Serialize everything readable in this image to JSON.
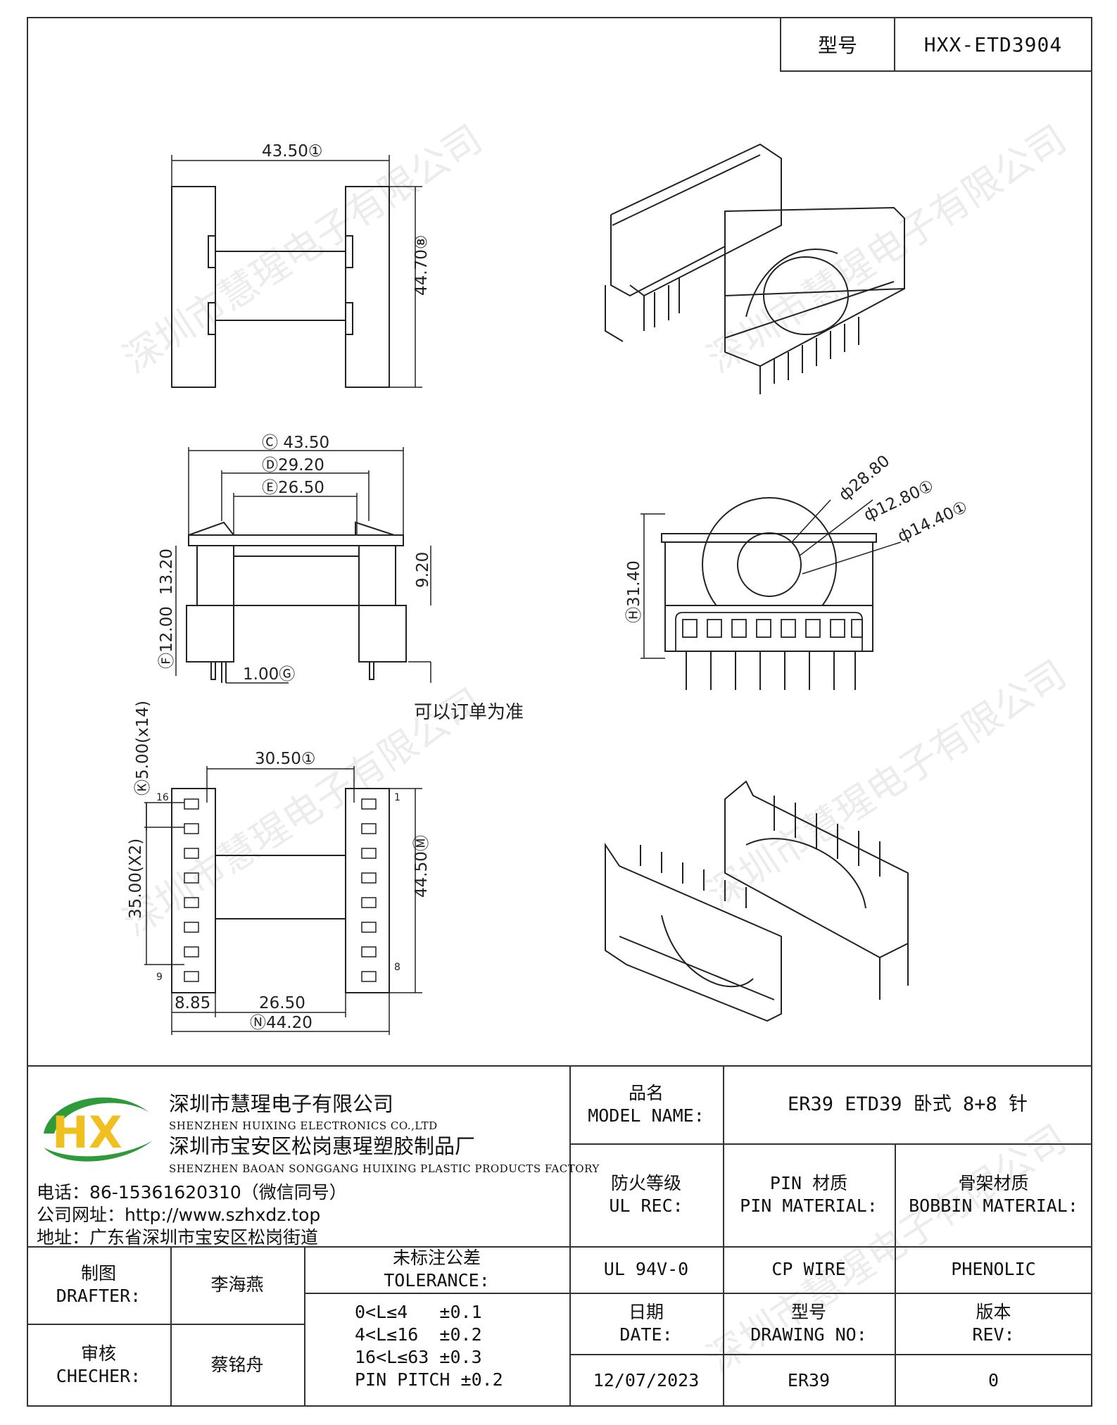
{
  "header": {
    "model_label": "型号",
    "model_value": "HXX-ETD3904"
  },
  "watermark": "深圳市慧瑆电子有限公司",
  "drawing": {
    "top_view": {
      "width": "43.50",
      "width_ref": "①",
      "height": "44.70",
      "height_ref": "⑧"
    },
    "side_view": {
      "overall": "43.50",
      "overall_ref": "Ⓒ",
      "inner": "29.20",
      "inner_ref": "Ⓓ",
      "core": "26.50",
      "core_ref": "Ⓔ",
      "flange_h": "13.20",
      "pin_h": "12.00",
      "pin_h_ref": "Ⓕ",
      "step": "9.20",
      "pin_d": "1.00",
      "pin_d_ref": "Ⓖ",
      "note": "可以订单为准"
    },
    "front_view": {
      "dia_outer": "ф28.80",
      "dia_inner": "ф12.80",
      "dia_inner_ref": "①",
      "dia_mid": "ф14.40",
      "dia_mid_ref": "①",
      "height": "31.40",
      "height_ref": "Ⓗ"
    },
    "bottom_view": {
      "pin_span": "30.50",
      "pin_span_ref": "①",
      "pitch": "5.00(x14)",
      "pitch_ref": "Ⓚ",
      "row_span": "35.00(X2)",
      "total_h": "44.50",
      "total_h_ref": "Ⓜ",
      "offset": "8.85",
      "core_w": "26.50",
      "total_w": "44.20",
      "total_w_ref": "Ⓝ",
      "pin_labels": [
        "16",
        "1",
        "9",
        "8"
      ]
    }
  },
  "company": {
    "name_cn": "深圳市慧瑆电子有限公司",
    "name_en": "SHENZHEN HUIXING ELECTRONICS CO.,LTD",
    "factory_cn": "深圳市宝安区松岗惠瑆塑胶制品厂",
    "factory_en": "SHENZHEN BAOAN SONGGANG HUIXING PLASTIC PRODUCTS FACTORY",
    "phone": "电话：86-15361620310（微信同号）",
    "website": "公司网址：http://www.szhxdz.top",
    "address": "地址：广东省深圳市宝安区松岗街道",
    "logo_text": "HX"
  },
  "title_block": {
    "model_name_label_cn": "品名",
    "model_name_label_en": "MODEL NAME:",
    "model_name_value": "ER39 ETD39 卧式 8+8 针",
    "ul_label_cn": "防火等级",
    "ul_label_en": "UL REC:",
    "ul_value": "UL 94V-0",
    "pin_label_cn": "PIN 材质",
    "pin_label_en": "PIN MATERIAL:",
    "pin_value": "CP WIRE",
    "bobbin_label_cn": "骨架材质",
    "bobbin_label_en": "BOBBIN MATERIAL:",
    "bobbin_value": "PHENOLIC",
    "drafter_label_cn": "制图",
    "drafter_label_en": "DRAFTER:",
    "drafter_value": "李海燕",
    "checker_label_cn": "审核",
    "checker_label_en": "CHECHER:",
    "checker_value": "蔡铭舟",
    "tolerance_label_cn": "未标注公差",
    "tolerance_label_en": "TOLERANCE:",
    "tolerance_lines": [
      "0<L≤4   ±0.1",
      "4<L≤16  ±0.2",
      "16<L≤63 ±0.3",
      "PIN PITCH ±0.2"
    ],
    "date_label_cn": "日期",
    "date_label_en": "DATE:",
    "date_value": "12/07/2023",
    "drawing_no_label_cn": "型号",
    "drawing_no_label_en": "DRAWING NO:",
    "drawing_no_value": "ER39",
    "rev_label_cn": "版本",
    "rev_label_en": "REV:",
    "rev_value": "0"
  }
}
